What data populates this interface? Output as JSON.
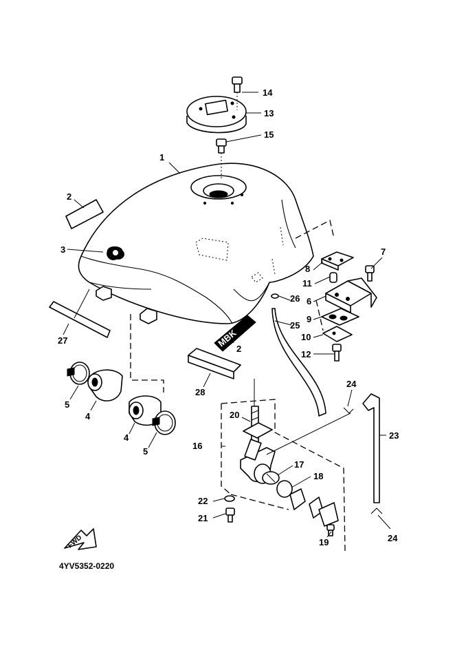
{
  "diagram": {
    "drawing_code": "4YV5352-0220",
    "forward_label": "FWD",
    "emblem_text": "MBK",
    "callouts": {
      "c1": "1",
      "c2a": "2",
      "c2b": "2",
      "c3": "3",
      "c4a": "4",
      "c4b": "4",
      "c5a": "5",
      "c5b": "5",
      "c6": "6",
      "c7": "7",
      "c8": "8",
      "c9": "9",
      "c10": "10",
      "c11": "11",
      "c12": "12",
      "c13": "13",
      "c14": "14",
      "c15": "15",
      "c16": "16",
      "c17": "17",
      "c18": "18",
      "c19": "19",
      "c20": "20",
      "c21": "21",
      "c22": "22",
      "c23": "23",
      "c24a": "24",
      "c24b": "24",
      "c25": "25",
      "c26": "26",
      "c27": "27",
      "c28": "28"
    }
  }
}
